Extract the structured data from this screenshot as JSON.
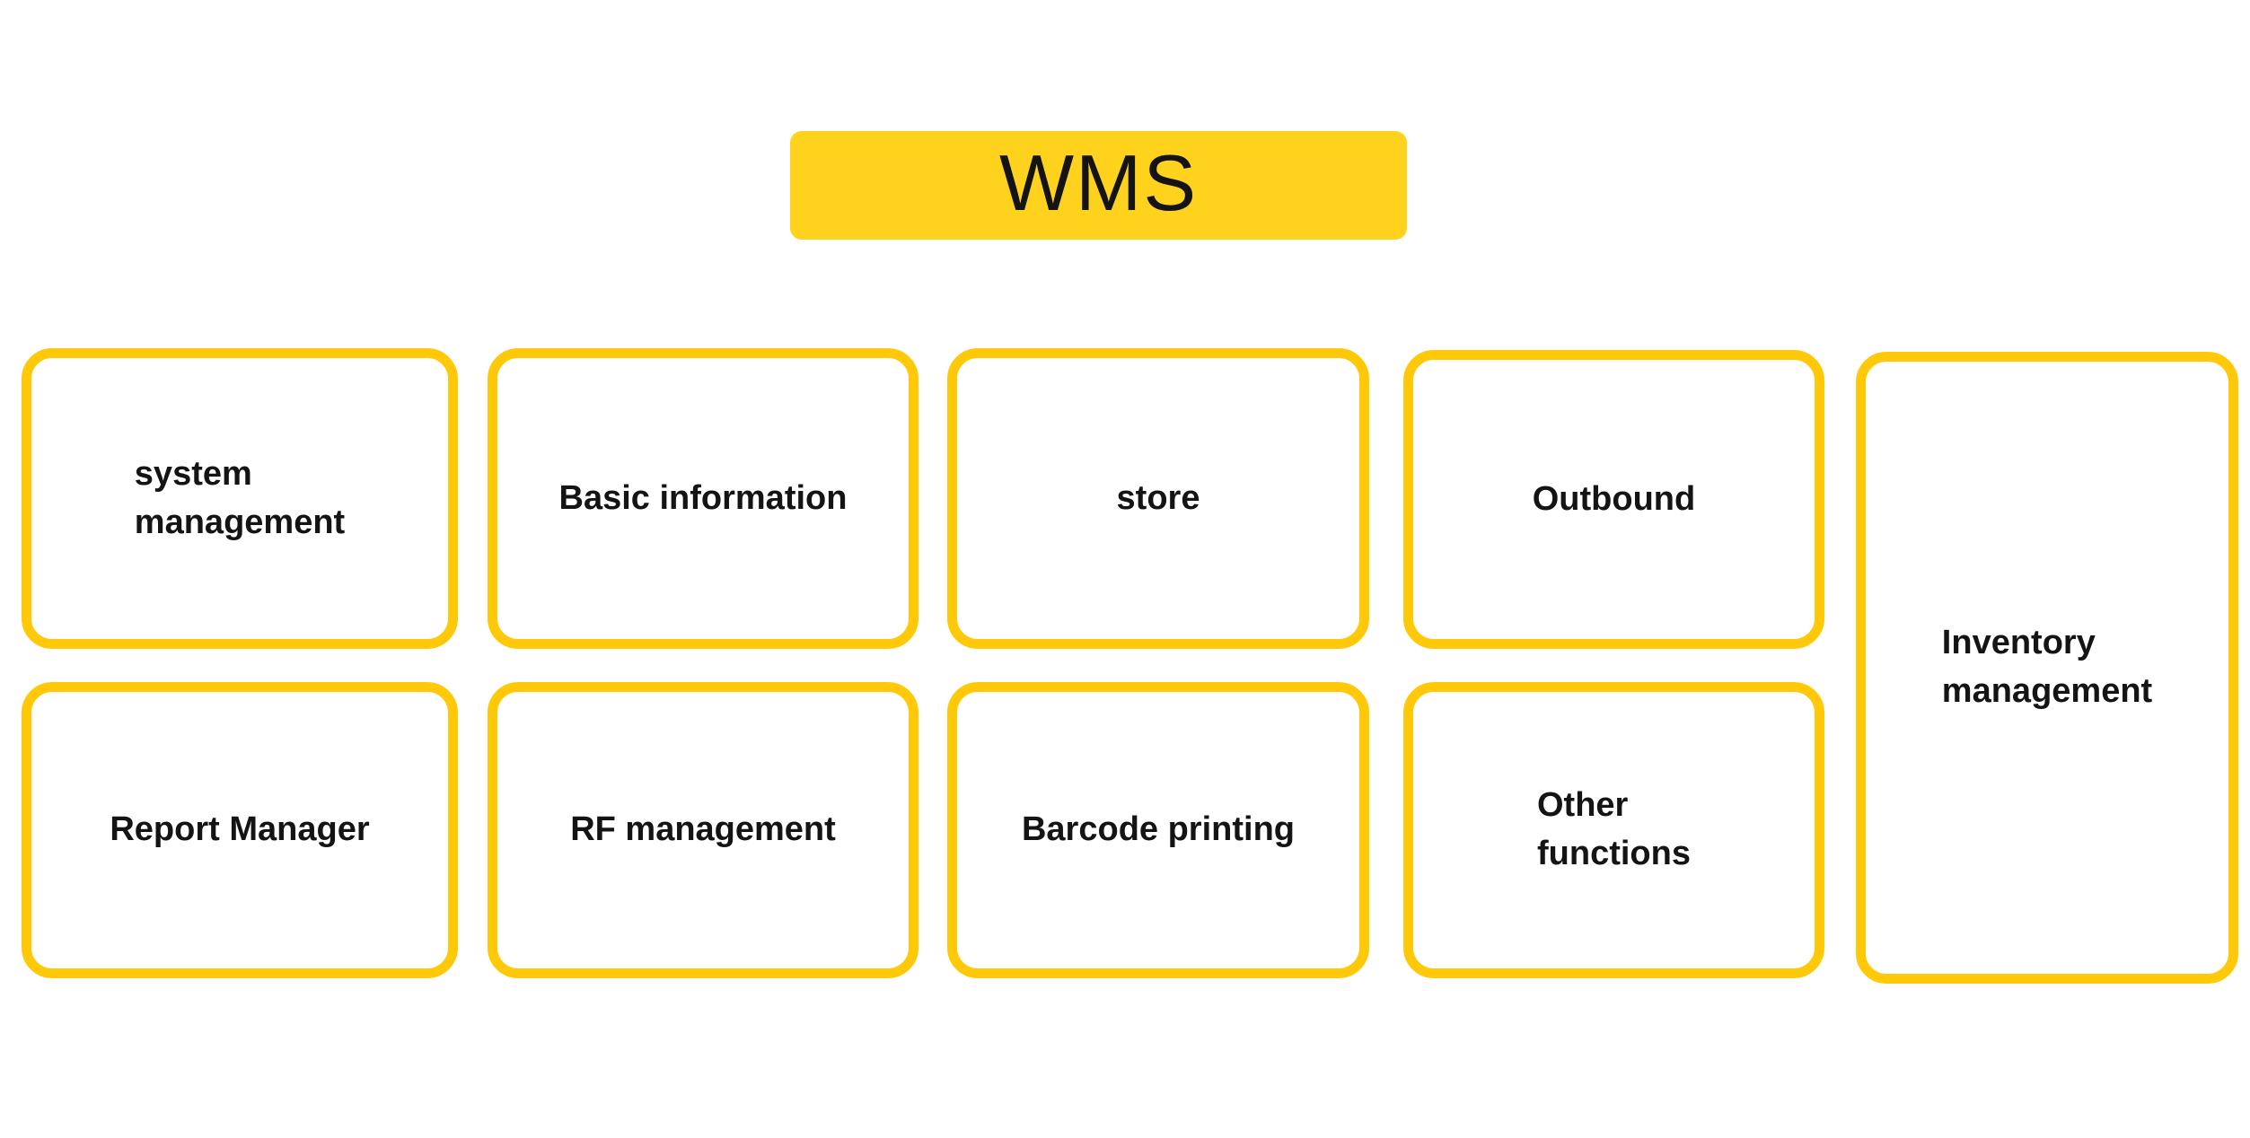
{
  "theme": {
    "background": "#ffffff",
    "header_fill": "#FFD21E",
    "header_text_color": "#141414",
    "card_border": "#FFC90A",
    "card_fill": "#ffffff",
    "label_color": "#141414"
  },
  "header": {
    "title": "WMS"
  },
  "cards": {
    "items": [
      {
        "label": "system\nmanagement"
      },
      {
        "label": "Basic information"
      },
      {
        "label": "store"
      },
      {
        "label": "Outbound"
      },
      {
        "label": "Inventory\nmanagement"
      },
      {
        "label": "Report Manager"
      },
      {
        "label": "RF management"
      },
      {
        "label": "Barcode printing"
      },
      {
        "label": "Other\nfunctions"
      }
    ]
  }
}
